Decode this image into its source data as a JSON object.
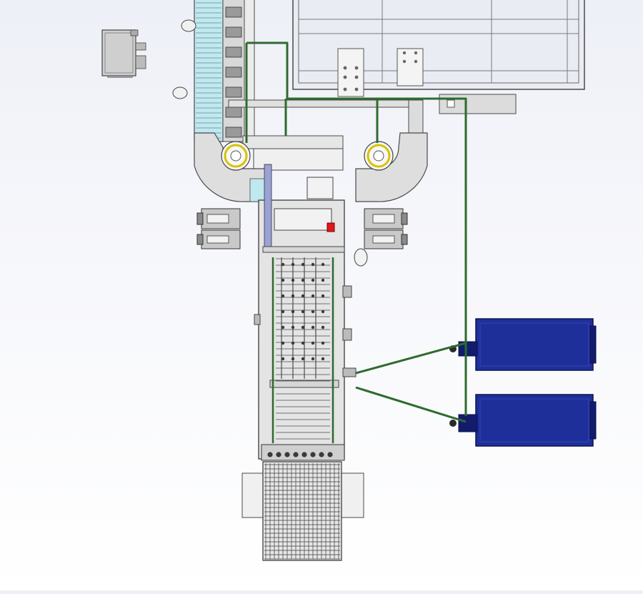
{
  "viewport": {
    "background_top": "#eef0f7",
    "background_bottom": "#ffffff"
  },
  "colors": {
    "line": "#4a4a4a",
    "pipe": "#2e6b2e",
    "frame_fill": "#dcdcdc",
    "panel_fill": "#e9ecf3",
    "tank_fill": "#1f2f9a",
    "tank_dark": "#121c6b",
    "glass": "#bfe8ef",
    "accent_red": "#e01818",
    "motor_fill": "#c9c9c9",
    "pad_fill": "#f2f2f2"
  },
  "components": [
    "enclosure-panel",
    "control-box",
    "left-vertical-conveyor",
    "left-spiral-drum",
    "right-spiral-drum",
    "left-motor-units",
    "right-motor-units",
    "main-conveyor",
    "outfeed-grid-conveyor",
    "upper-blue-tank",
    "lower-blue-tank",
    "green-piping"
  ]
}
